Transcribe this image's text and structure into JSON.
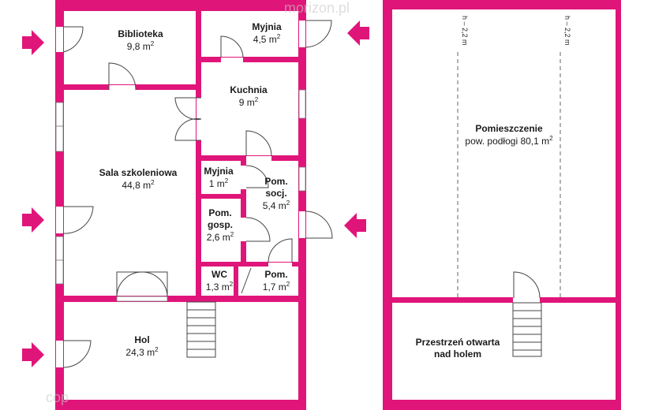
{
  "rooms": {
    "biblioteka": {
      "name": "Biblioteka",
      "area": "9,8 m",
      "sup": "2"
    },
    "myjnia1": {
      "name": "Myjnia",
      "area": "4,5 m",
      "sup": "2"
    },
    "kuchnia": {
      "name": "Kuchnia",
      "area": "9 m",
      "sup": "2"
    },
    "sala": {
      "name": "Sala szkoleniowa",
      "area": "44,8 m",
      "sup": "2"
    },
    "myjnia2": {
      "name": "Myjnia",
      "area": "1 m",
      "sup": "2"
    },
    "pom_socj": {
      "name": "Pom.",
      "name2": "socj.",
      "area": "5,4 m",
      "sup": "2"
    },
    "pom_gosp": {
      "name": "Pom.",
      "name2": "gosp.",
      "area": "2,6 m",
      "sup": "2"
    },
    "wc": {
      "name": "WC",
      "area": "1,3 m",
      "sup": "2"
    },
    "pom_small": {
      "name": "Pom.",
      "area": "1,7 m",
      "sup": "2"
    },
    "hol": {
      "name": "Hol",
      "area": "24,3 m",
      "sup": "2"
    },
    "pomieszczenie": {
      "name": "Pomieszczenie",
      "area": "pow. podłogi 80,1 m",
      "sup": "2"
    },
    "przestrzen": {
      "name": "Przestrzeń otwarta",
      "name2": "nad holem"
    }
  },
  "heights": {
    "left": "h – 2,2 m",
    "right": "h – 2,2 m"
  },
  "watermark": {
    "top": "morizon.pl",
    "bottom": "cop"
  },
  "colors": {
    "wall": "#e0157a",
    "floor": "#ffffff",
    "window": "#ffffff",
    "stroke": "#555555"
  }
}
